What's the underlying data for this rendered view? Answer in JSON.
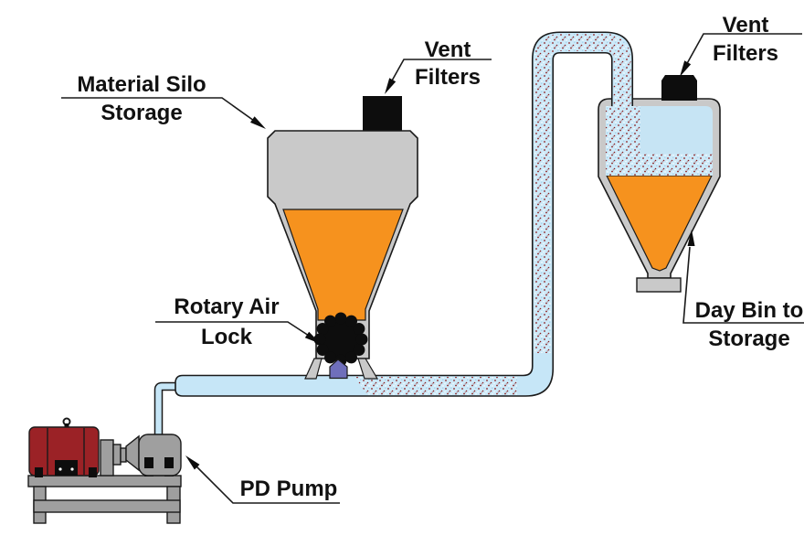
{
  "diagram": {
    "labels": {
      "material_silo": {
        "line1": "Material Silo",
        "line2": "Storage"
      },
      "vent_filters_silo": {
        "line1": "Vent",
        "line2": "Filters"
      },
      "vent_filters_bin": {
        "line1": "Vent",
        "line2": "Filters"
      },
      "rotary_air_lock": {
        "line1": "Rotary Air",
        "line2": "Lock"
      },
      "pd_pump": {
        "label": "PD Pump"
      },
      "day_bin": {
        "line1": "Day Bin to",
        "line2": "Storage"
      }
    },
    "colors": {
      "outline": "#1a1a1a",
      "silo_gray": "#c9c9c9",
      "machine_gray": "#9f9f9f",
      "pipe_blue": "#c6e6f7",
      "bin_air_blue": "#c6e4f4",
      "material_orange": "#f6921e",
      "airlock_purple": "#6f6fbb",
      "motor_red": "#9b2226",
      "filter_black": "#0d0d0d",
      "speckle_dot": "#8a1c1c",
      "label_text": "#111111",
      "background": "#ffffff"
    }
  }
}
